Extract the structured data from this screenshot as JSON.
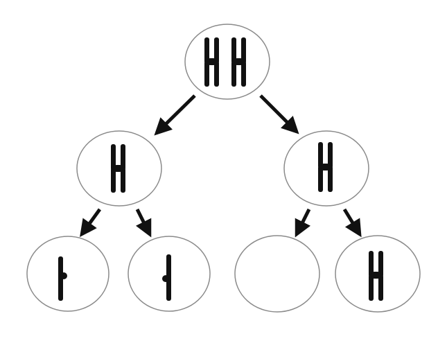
{
  "colors": {
    "background": "#ffffff",
    "cell_fill": "#ffffff",
    "cell_stroke": "#8a8a8a",
    "chromosome": "#111111",
    "arrow": "#111111"
  },
  "diagram": {
    "parent_cell": {
      "chromosomes": [
        "X",
        "X"
      ]
    },
    "daughter_cells": [
      {
        "chromosomes": [
          "X"
        ]
      },
      {
        "chromosomes": [
          "X"
        ]
      }
    ],
    "granddaughter_cells": [
      {
        "chromosomes": [
          "single-chromatid"
        ]
      },
      {
        "chromosomes": [
          "single-chromatid"
        ]
      },
      {
        "chromosomes": []
      },
      {
        "chromosomes": [
          "X"
        ]
      }
    ]
  }
}
